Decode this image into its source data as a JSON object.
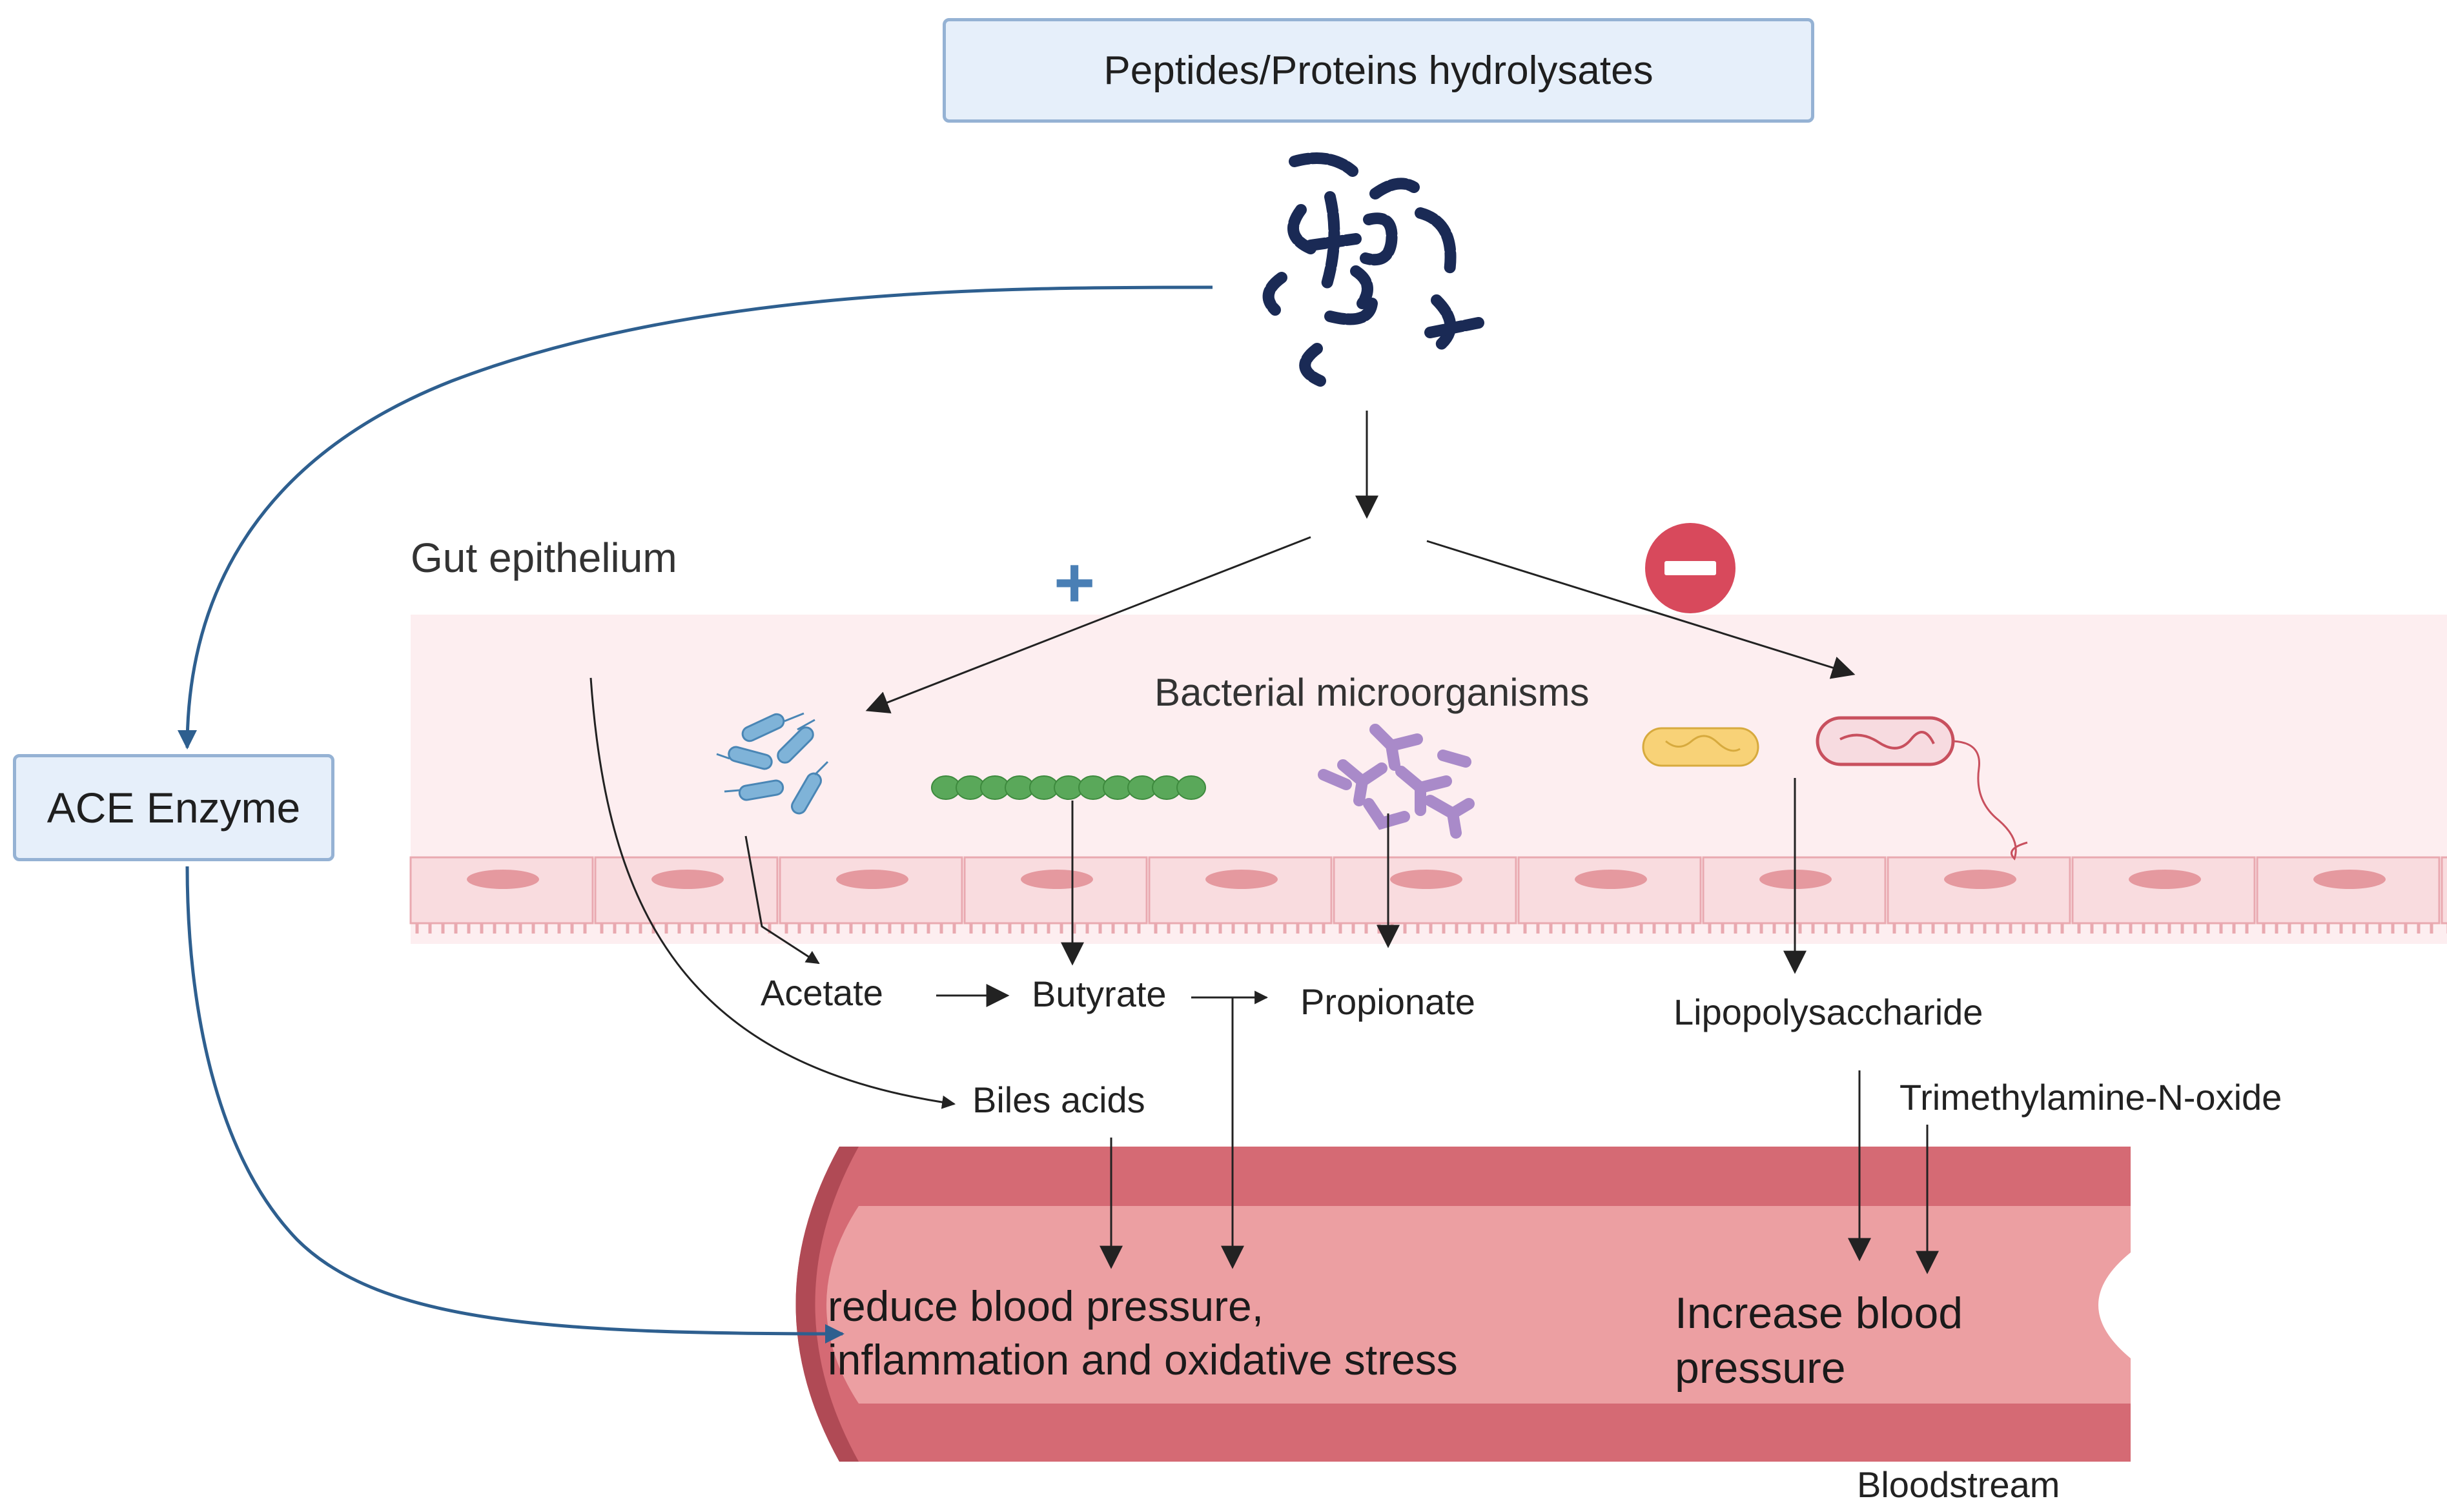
{
  "title_box": "Peptides/Proteins hydrolysates",
  "ace_box": "ACE Enzyme",
  "gut_label": "Gut epithelium",
  "plus_sign": "+",
  "bacteria_label": "Bacterial microorganisms",
  "metabolites": {
    "acetate": "Acetate",
    "butyrate": "Butyrate",
    "propionate": "Propionate",
    "lps": "Lipopolysaccharide",
    "bile": "Biles acids",
    "tmao": "Trimethylamine-N-oxide"
  },
  "effects": {
    "reduce_line1": "reduce blood pressure,",
    "reduce_line2": "inflammation and oxidative stress",
    "increase_line1": "Increase blood",
    "increase_line2": "pressure"
  },
  "bloodstream_label": "Bloodstream",
  "colors": {
    "navy": "#1a2a55",
    "ace_arrow": "#2e5f8f",
    "plus": "#4a7fb5",
    "minus": "#d8495c",
    "epithelium_bg": "#fdeef0",
    "cell_fill": "#f9dcdf",
    "vessel_wall": "#d56a74",
    "vessel_lumen": "#ec9fa2"
  },
  "icons": {
    "peptide": "peptide-chains-icon",
    "bacteria_1": "rod-bacteria-icon",
    "bacteria_2": "streptococcus-chain-icon",
    "bacteria_3": "branched-bacteria-icon",
    "bacteria_4": "bacillus-icon",
    "bacteria_5": "flagellated-bacterium-icon",
    "minus": "minus-circle-icon"
  }
}
